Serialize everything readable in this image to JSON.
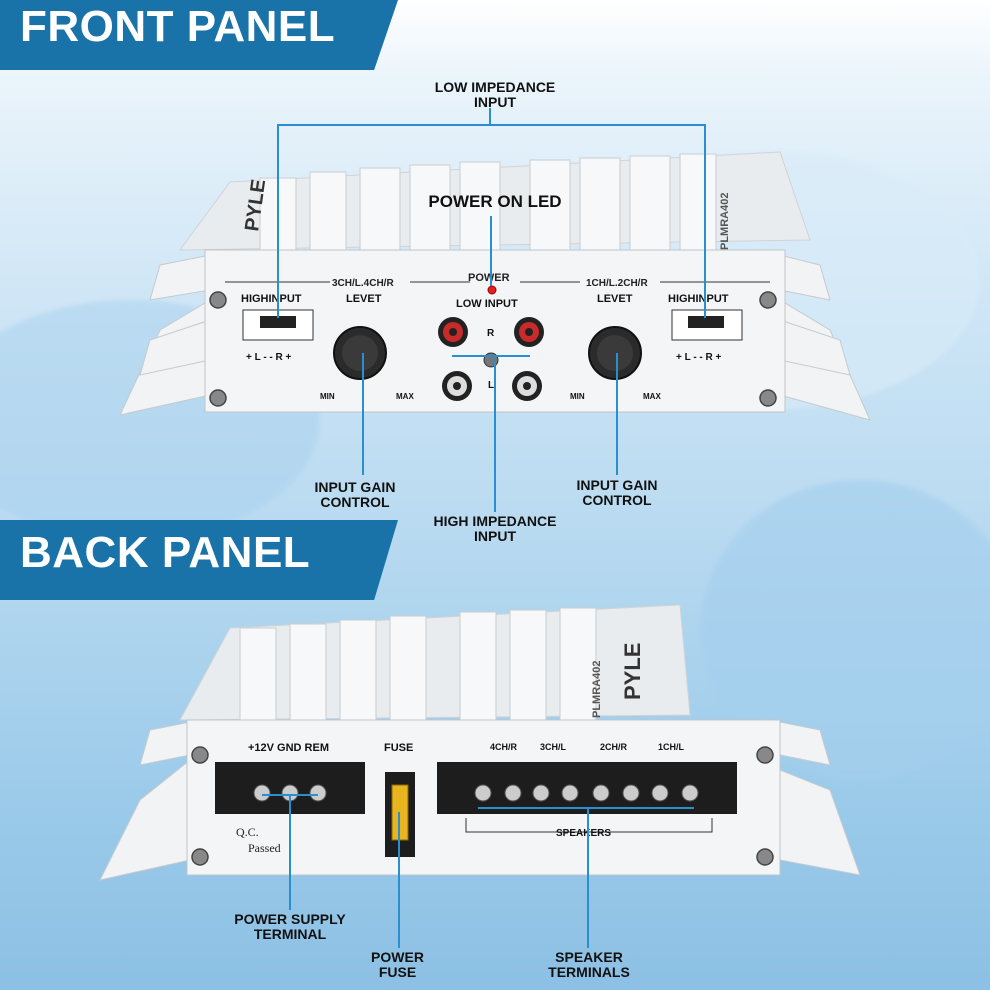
{
  "front_panel": {
    "banner": "FRONT PANEL",
    "brand": "PYLE",
    "model": "PLMRA402",
    "labels": {
      "left_channel": "3CH/L.4CH/R",
      "right_channel": "1CH/L.2CH/R",
      "power": "POWER",
      "left_high_input": "HIGHINPUT",
      "right_high_input": "HIGHINPUT",
      "left_level": "LEVET",
      "right_level": "LEVET",
      "low_input": "LOW INPUT",
      "rca_r": "R",
      "rca_l": "L",
      "min_left": "MIN",
      "max_left": "MAX",
      "min_right": "MIN",
      "max_right": "MAX",
      "pins_left": "+ L - - R +",
      "pins_right": "+ L - - R +"
    },
    "callouts": {
      "low_impedance": [
        "LOW IMPEDANCE",
        "INPUT"
      ],
      "power_led": "POWER ON LED",
      "gain_left": [
        "INPUT GAIN",
        "CONTROL"
      ],
      "gain_right": [
        "INPUT GAIN",
        "CONTROL"
      ],
      "high_impedance": [
        "HIGH IMPEDANCE",
        "INPUT"
      ]
    }
  },
  "back_panel": {
    "banner": "BACK PANEL",
    "brand": "PYLE",
    "model": "PLMRA402",
    "labels": {
      "power_terminals": "+12V GND REM",
      "fuse": "FUSE",
      "ch4r": "4CH/R",
      "ch3l": "3CH/L",
      "ch2r": "2CH/R",
      "ch1l": "1CH/L",
      "speakers": "SPEAKERS",
      "qc": "Q.C.",
      "passed": "Passed"
    },
    "callouts": {
      "power_supply": [
        "POWER SUPPLY",
        "TERMINAL"
      ],
      "power_fuse": [
        "POWER",
        "FUSE"
      ],
      "speaker_terminals": [
        "SPEAKER",
        "TERMINALS"
      ]
    }
  },
  "colors": {
    "banner": "#1a73a8",
    "callout_line": "#2a8fd0",
    "led": "#e22020"
  }
}
